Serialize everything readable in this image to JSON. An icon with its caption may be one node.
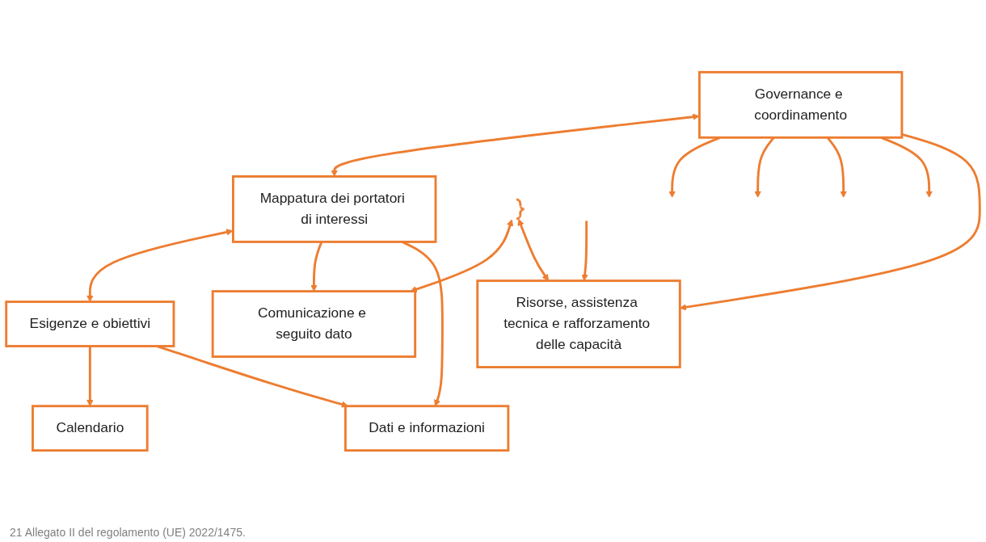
{
  "diagram": {
    "nodes": [
      {
        "text": [
          "Mappatura dei portatori di interessi"
        ]
      },
      {
        "text": [
          "Esigenze e obiettivi"
        ]
      },
      {
        "text": [
          "Calendario"
        ]
      },
      {
        "text": [
          "Dati e informazioni"
        ]
      },
      {
        "text": [
          "Comunicazione e seguito dato"
        ]
      },
      {
        "text": [
          "Risorse, assistenza tecnica e rafforzamento delle capacità"
        ]
      },
      {
        "text": [
          "Governance e coordinamento"
        ]
      },
      {
        "text": [],
        "shape": "bracket"
      }
    ],
    "edges": [
      {
        "from": 0,
        "to": 1,
        "arrow": "both"
      },
      {
        "from": 1,
        "to": 2,
        "arrow": "to"
      },
      {
        "from": 1,
        "to": 3,
        "arrow": "to"
      },
      {
        "from": 7,
        "to": 4,
        "arrow": "both"
      },
      {
        "from": 7,
        "to": 5,
        "arrow": "both"
      },
      {
        "from": 0,
        "to": 4,
        "arrow": "to"
      },
      {
        "from": null,
        "to": 5,
        "arrow": "to"
      },
      {
        "from": 6,
        "to": 0,
        "arrow": "both"
      },
      {
        "from": 0,
        "to": 3,
        "arrow": "to"
      },
      {
        "from": 6,
        "to": null,
        "arrow": "to"
      },
      {
        "from": 6,
        "to": null,
        "arrow": "to"
      },
      {
        "from": 6,
        "to": null,
        "arrow": "to"
      },
      {
        "from": 6,
        "to": null,
        "arrow": "to"
      },
      {
        "from": 6,
        "to": 5,
        "arrow": "to"
      }
    ],
    "labels": [
      "21 Allegato II del regolamento (UE) 2022/1475."
    ]
  }
}
